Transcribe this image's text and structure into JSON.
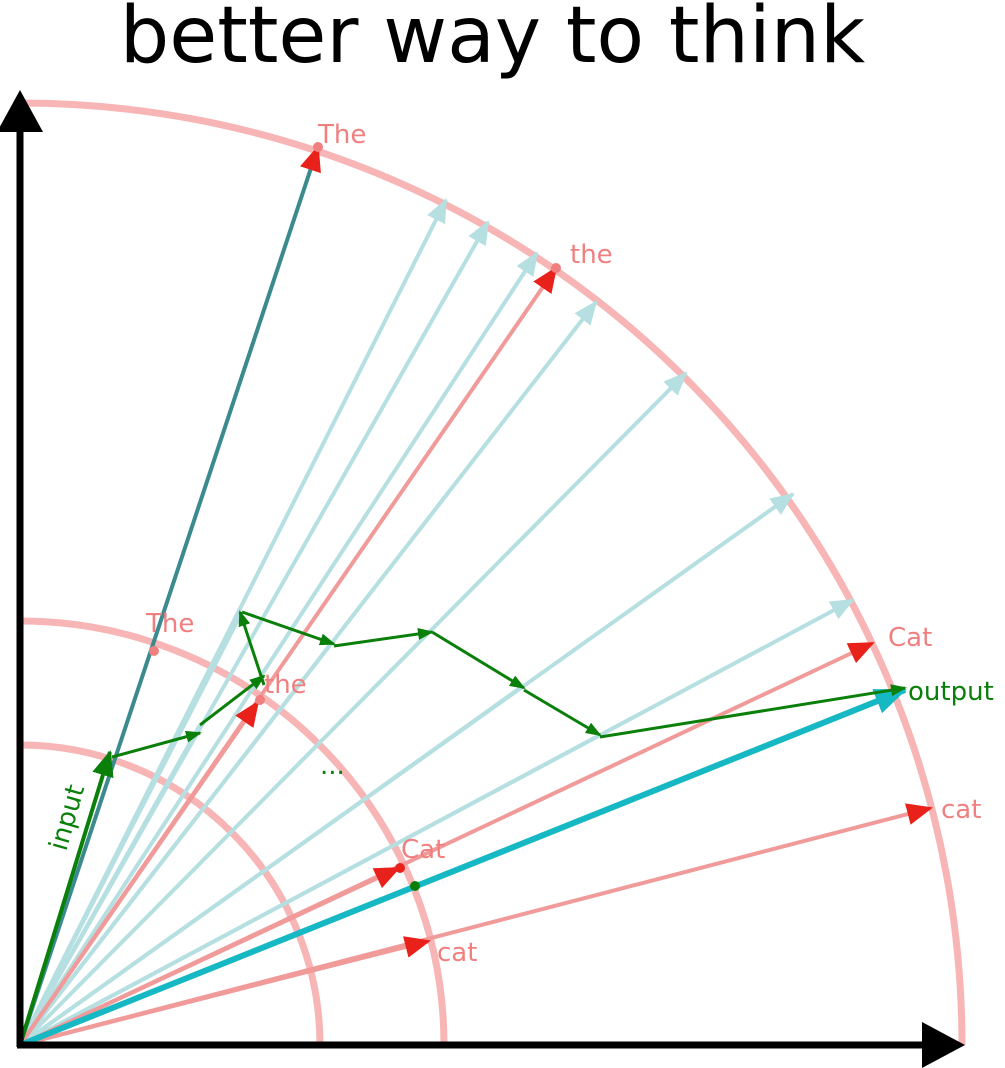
{
  "title": "better way to think",
  "labels": {
    "the_outer": "The",
    "the_lower_outer": "the",
    "the_mid": "The",
    "the_lower_mid": "the",
    "cat_cap_outer": "Cat",
    "cat_cap_mid": "Cat",
    "cat_outer": "cat",
    "cat_mid": "cat",
    "ellipsis": "...",
    "input": "input",
    "output": "output"
  },
  "colors": {
    "axis": "#000000",
    "circle": "#f7b5b5",
    "word_vector": "#f19a9a",
    "word_arrowhead": "#e8221b",
    "word_label": "#f08080",
    "fan_vector": "#b5dfe1",
    "first_vector": "#3a8a8e",
    "path": "#0a7f0a",
    "output_vector": "#16b8c4"
  },
  "icons": {
    "axis_arrow": "triangle-arrowhead",
    "path_arrow": "small-triangle-arrowhead"
  }
}
